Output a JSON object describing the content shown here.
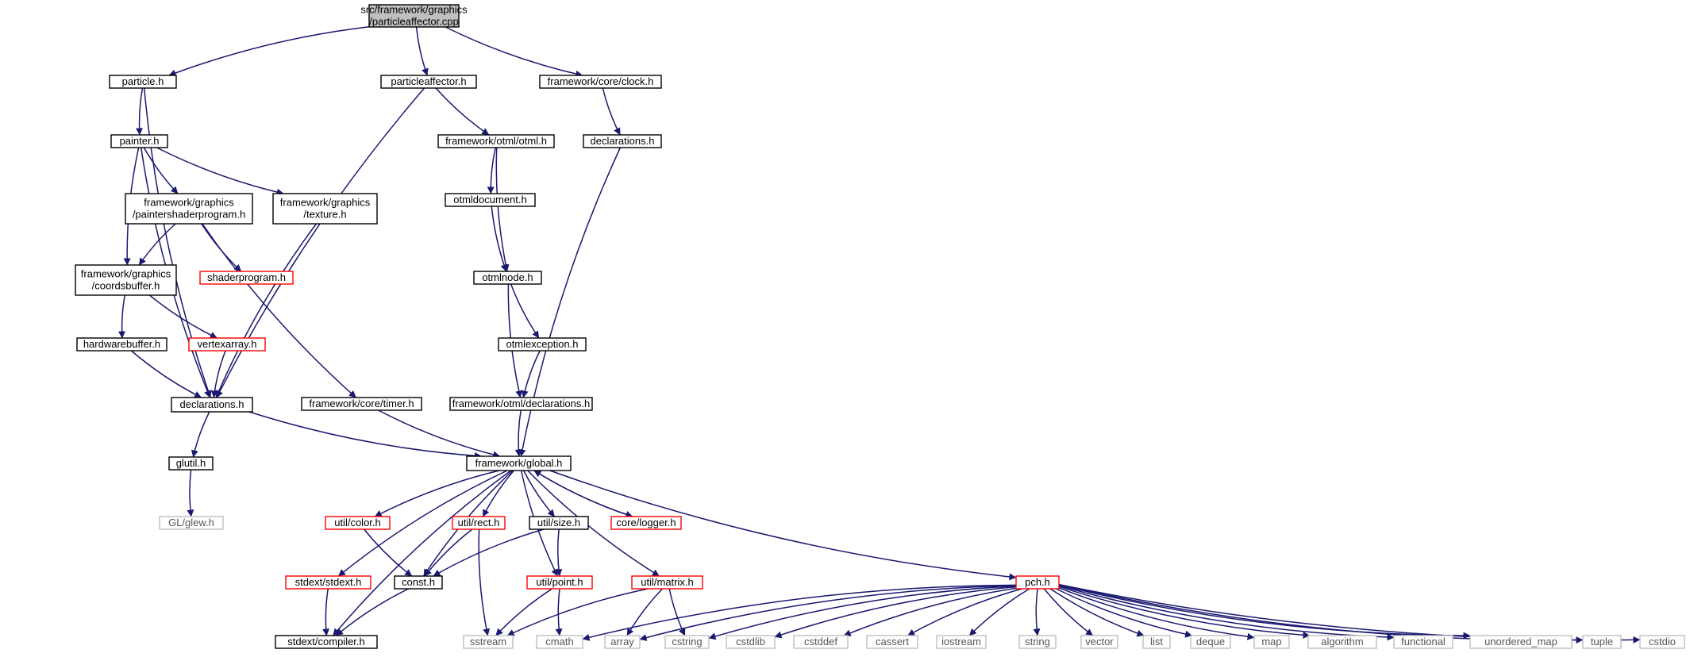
{
  "colors": {
    "edge": "#191970",
    "normal_border": "#000000",
    "incomplete_border": "#ff0000",
    "external_border": "#bfbfbf",
    "root_fill": "#bfbfbf"
  },
  "nodes": [
    {
      "id": "root",
      "lines": [
        "src/framework/graphics",
        "/particleaffector.cpp"
      ],
      "kind": "root"
    },
    {
      "id": "particle_h",
      "lines": [
        "particle.h"
      ],
      "kind": "normal"
    },
    {
      "id": "particleaffector_h",
      "lines": [
        "particleaffector.h"
      ],
      "kind": "normal"
    },
    {
      "id": "clock_h",
      "lines": [
        "framework/core/clock.h"
      ],
      "kind": "normal"
    },
    {
      "id": "painter_h",
      "lines": [
        "painter.h"
      ],
      "kind": "normal"
    },
    {
      "id": "otml_h",
      "lines": [
        "framework/otml/otml.h"
      ],
      "kind": "normal"
    },
    {
      "id": "declarations_core",
      "lines": [
        "declarations.h"
      ],
      "kind": "normal"
    },
    {
      "id": "paintershaderprogram_h",
      "lines": [
        "framework/graphics",
        "/paintershaderprogram.h"
      ],
      "kind": "normal"
    },
    {
      "id": "texture_h",
      "lines": [
        "framework/graphics",
        "/texture.h"
      ],
      "kind": "normal"
    },
    {
      "id": "otmldocument_h",
      "lines": [
        "otmldocument.h"
      ],
      "kind": "normal"
    },
    {
      "id": "coordsbuffer_h",
      "lines": [
        "framework/graphics",
        "/coordsbuffer.h"
      ],
      "kind": "normal"
    },
    {
      "id": "shaderprogram_h",
      "lines": [
        "shaderprogram.h"
      ],
      "kind": "incomplete"
    },
    {
      "id": "otmlnode_h",
      "lines": [
        "otmlnode.h"
      ],
      "kind": "normal"
    },
    {
      "id": "hardwarebuffer_h",
      "lines": [
        "hardwarebuffer.h"
      ],
      "kind": "normal"
    },
    {
      "id": "vertexarray_h",
      "lines": [
        "vertexarray.h"
      ],
      "kind": "incomplete"
    },
    {
      "id": "otmlexception_h",
      "lines": [
        "otmlexception.h"
      ],
      "kind": "normal"
    },
    {
      "id": "declarations_gfx",
      "lines": [
        "declarations.h"
      ],
      "kind": "normal"
    },
    {
      "id": "timer_h",
      "lines": [
        "framework/core/timer.h"
      ],
      "kind": "normal"
    },
    {
      "id": "otml_declarations_h",
      "lines": [
        "framework/otml/declarations.h"
      ],
      "kind": "normal"
    },
    {
      "id": "glutil_h",
      "lines": [
        "glutil.h"
      ],
      "kind": "normal"
    },
    {
      "id": "global_h",
      "lines": [
        "framework/global.h"
      ],
      "kind": "normal"
    },
    {
      "id": "glew_h",
      "lines": [
        "GL/glew.h"
      ],
      "kind": "external"
    },
    {
      "id": "color_h",
      "lines": [
        "util/color.h"
      ],
      "kind": "incomplete"
    },
    {
      "id": "rect_h",
      "lines": [
        "util/rect.h"
      ],
      "kind": "incomplete"
    },
    {
      "id": "size_h",
      "lines": [
        "util/size.h"
      ],
      "kind": "normal"
    },
    {
      "id": "logger_h",
      "lines": [
        "core/logger.h"
      ],
      "kind": "incomplete"
    },
    {
      "id": "stdext_h",
      "lines": [
        "stdext/stdext.h"
      ],
      "kind": "incomplete"
    },
    {
      "id": "const_h",
      "lines": [
        "const.h"
      ],
      "kind": "normal"
    },
    {
      "id": "point_h",
      "lines": [
        "util/point.h"
      ],
      "kind": "incomplete"
    },
    {
      "id": "matrix_h",
      "lines": [
        "util/matrix.h"
      ],
      "kind": "incomplete"
    },
    {
      "id": "pch_h",
      "lines": [
        "pch.h"
      ],
      "kind": "incomplete"
    },
    {
      "id": "compiler_h",
      "lines": [
        "stdext/compiler.h"
      ],
      "kind": "normal"
    },
    {
      "id": "sstream",
      "lines": [
        "sstream"
      ],
      "kind": "external"
    },
    {
      "id": "cmath",
      "lines": [
        "cmath"
      ],
      "kind": "external"
    },
    {
      "id": "array",
      "lines": [
        "array"
      ],
      "kind": "external"
    },
    {
      "id": "cstring",
      "lines": [
        "cstring"
      ],
      "kind": "external"
    },
    {
      "id": "cstdlib",
      "lines": [
        "cstdlib"
      ],
      "kind": "external"
    },
    {
      "id": "cstddef",
      "lines": [
        "cstddef"
      ],
      "kind": "external"
    },
    {
      "id": "cassert",
      "lines": [
        "cassert"
      ],
      "kind": "external"
    },
    {
      "id": "iostream",
      "lines": [
        "iostream"
      ],
      "kind": "external"
    },
    {
      "id": "string",
      "lines": [
        "string"
      ],
      "kind": "external"
    },
    {
      "id": "vector",
      "lines": [
        "vector"
      ],
      "kind": "external"
    },
    {
      "id": "list",
      "lines": [
        "list"
      ],
      "kind": "external"
    },
    {
      "id": "deque",
      "lines": [
        "deque"
      ],
      "kind": "external"
    },
    {
      "id": "map",
      "lines": [
        "map"
      ],
      "kind": "external"
    },
    {
      "id": "algorithm",
      "lines": [
        "algorithm"
      ],
      "kind": "external"
    },
    {
      "id": "functional",
      "lines": [
        "functional"
      ],
      "kind": "external"
    },
    {
      "id": "unordered_map",
      "lines": [
        "unordered_map"
      ],
      "kind": "external"
    },
    {
      "id": "tuple",
      "lines": [
        "tuple"
      ],
      "kind": "external"
    },
    {
      "id": "cstdio",
      "lines": [
        "cstdio"
      ],
      "kind": "external"
    }
  ],
  "edges": [
    [
      "root",
      "particle_h"
    ],
    [
      "root",
      "particleaffector_h"
    ],
    [
      "root",
      "clock_h"
    ],
    [
      "particle_h",
      "painter_h"
    ],
    [
      "particle_h",
      "declarations_gfx"
    ],
    [
      "particleaffector_h",
      "otml_h"
    ],
    [
      "particleaffector_h",
      "declarations_gfx"
    ],
    [
      "clock_h",
      "declarations_core"
    ],
    [
      "declarations_core",
      "global_h"
    ],
    [
      "painter_h",
      "paintershaderprogram_h"
    ],
    [
      "painter_h",
      "texture_h"
    ],
    [
      "painter_h",
      "coordsbuffer_h"
    ],
    [
      "painter_h",
      "declarations_gfx"
    ],
    [
      "paintershaderprogram_h",
      "coordsbuffer_h"
    ],
    [
      "paintershaderprogram_h",
      "shaderprogram_h"
    ],
    [
      "paintershaderprogram_h",
      "timer_h"
    ],
    [
      "texture_h",
      "declarations_gfx"
    ],
    [
      "coordsbuffer_h",
      "hardwarebuffer_h"
    ],
    [
      "coordsbuffer_h",
      "vertexarray_h"
    ],
    [
      "hardwarebuffer_h",
      "declarations_gfx"
    ],
    [
      "vertexarray_h",
      "declarations_gfx"
    ],
    [
      "otml_h",
      "otmldocument_h"
    ],
    [
      "otml_h",
      "otmlnode_h"
    ],
    [
      "otmldocument_h",
      "otmlnode_h"
    ],
    [
      "otmlnode_h",
      "otmlexception_h"
    ],
    [
      "otmlnode_h",
      "otml_declarations_h"
    ],
    [
      "otmlexception_h",
      "otml_declarations_h"
    ],
    [
      "otml_declarations_h",
      "global_h"
    ],
    [
      "declarations_gfx",
      "glutil_h"
    ],
    [
      "declarations_gfx",
      "global_h"
    ],
    [
      "timer_h",
      "global_h"
    ],
    [
      "glutil_h",
      "glew_h"
    ],
    [
      "global_h",
      "color_h"
    ],
    [
      "global_h",
      "rect_h"
    ],
    [
      "global_h",
      "size_h"
    ],
    [
      "global_h",
      "logger_h"
    ],
    [
      "global_h",
      "stdext_h"
    ],
    [
      "global_h",
      "const_h"
    ],
    [
      "global_h",
      "point_h"
    ],
    [
      "global_h",
      "matrix_h"
    ],
    [
      "global_h",
      "pch_h"
    ],
    [
      "global_h",
      "compiler_h"
    ],
    [
      "logger_h",
      "global_h"
    ],
    [
      "color_h",
      "const_h"
    ],
    [
      "rect_h",
      "const_h"
    ],
    [
      "rect_h",
      "sstream"
    ],
    [
      "size_h",
      "const_h"
    ],
    [
      "size_h",
      "point_h"
    ],
    [
      "stdext_h",
      "compiler_h"
    ],
    [
      "const_h",
      "compiler_h"
    ],
    [
      "point_h",
      "sstream"
    ],
    [
      "point_h",
      "cmath"
    ],
    [
      "matrix_h",
      "sstream"
    ],
    [
      "matrix_h",
      "array"
    ],
    [
      "matrix_h",
      "cstring"
    ],
    [
      "pch_h",
      "cmath"
    ],
    [
      "pch_h",
      "array"
    ],
    [
      "pch_h",
      "cstring"
    ],
    [
      "pch_h",
      "cstdlib"
    ],
    [
      "pch_h",
      "cstddef"
    ],
    [
      "pch_h",
      "cassert"
    ],
    [
      "pch_h",
      "iostream"
    ],
    [
      "pch_h",
      "string"
    ],
    [
      "pch_h",
      "vector"
    ],
    [
      "pch_h",
      "list"
    ],
    [
      "pch_h",
      "deque"
    ],
    [
      "pch_h",
      "map"
    ],
    [
      "pch_h",
      "algorithm"
    ],
    [
      "pch_h",
      "functional"
    ],
    [
      "pch_h",
      "unordered_map"
    ],
    [
      "pch_h",
      "tuple"
    ],
    [
      "pch_h",
      "cstdio"
    ]
  ]
}
